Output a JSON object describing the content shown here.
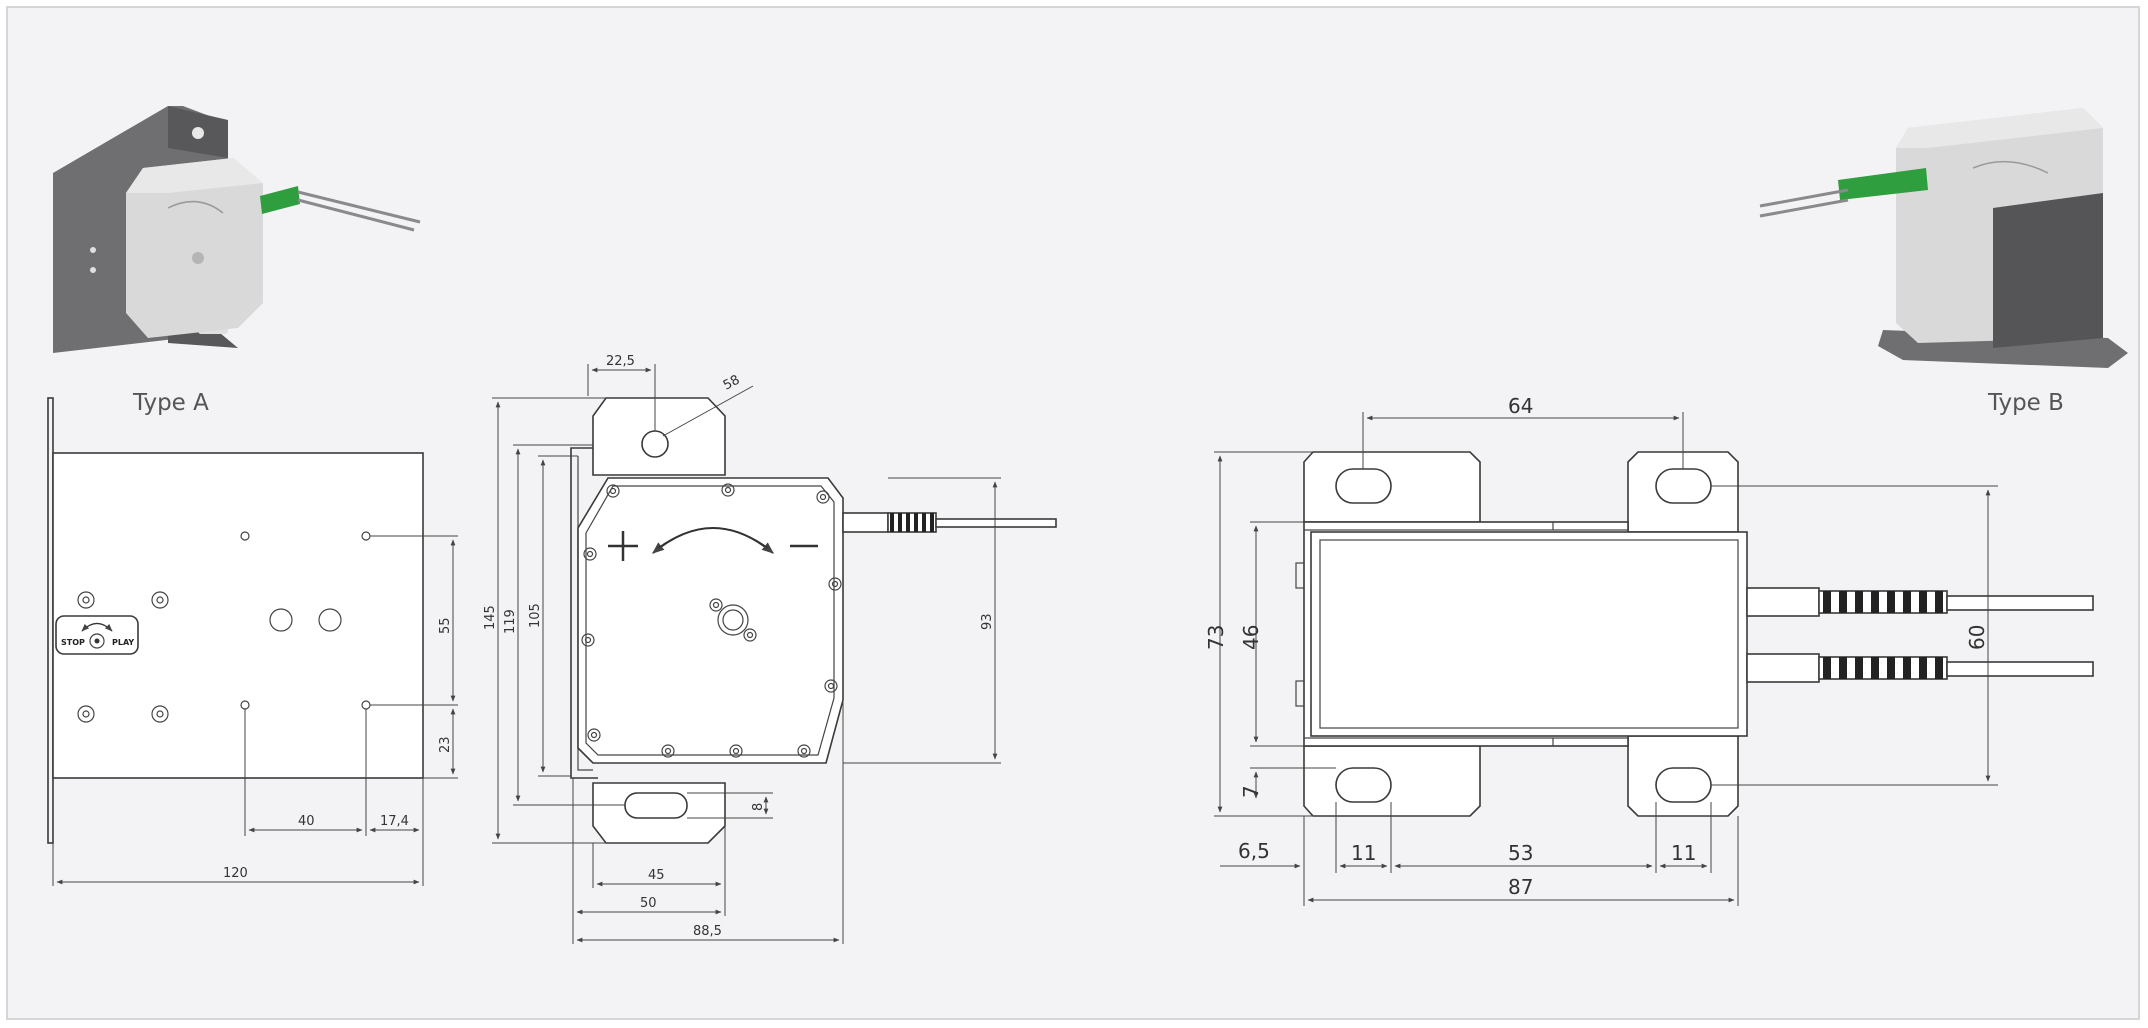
{
  "labels": {
    "type_a": "Type A",
    "type_b": "Type B",
    "stop": "STOP",
    "play": "PLAY",
    "plus": "+",
    "minus": "−"
  },
  "type_a_front": {
    "dims": {
      "width": "120",
      "hole_spacing": "40",
      "edge_offset": "17,4",
      "vertical_spacing": "55",
      "bottom_offset": "23"
    }
  },
  "type_a_side": {
    "dims": {
      "top_offset": "22,5",
      "hole_diameter": "58",
      "total_height": "145",
      "height_119": "119",
      "height_105": "105",
      "cable_height": "93",
      "slot_height": "8",
      "width_45": "45",
      "width_50": "50",
      "total_width": "88,5"
    }
  },
  "type_b_top": {
    "dims": {
      "hole_spacing_top": "64",
      "total_height": "73",
      "inner_height": "46",
      "hole_offset": "7",
      "right_height": "60",
      "left_offset": "6,5",
      "hole_width_left": "11",
      "center_span": "53",
      "hole_width_right": "11",
      "total_width": "87"
    }
  },
  "colors": {
    "background": "#f3f3f5",
    "border": "#d6d6d8",
    "line": "#3a3a3a",
    "connector_green": "#2e9e3f",
    "housing_grey": "#d9d9d9",
    "bracket_grey": "#6f6f71"
  }
}
